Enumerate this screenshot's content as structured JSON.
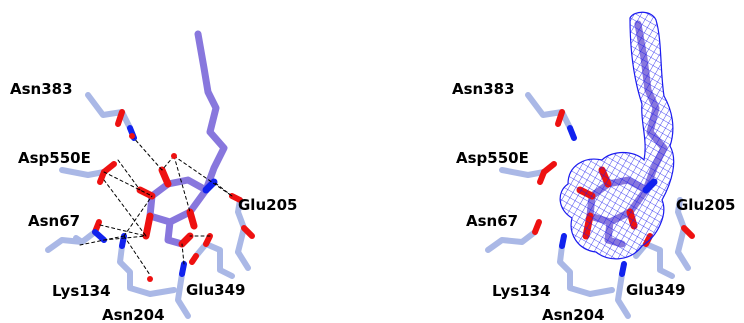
{
  "panels": [
    {
      "labels": {
        "asn383": "Asn383",
        "asp550e": "Asp550E",
        "asn67": "Asn67",
        "lys134": "Lys134",
        "asn204": "Asn204",
        "glu205": "Glu205",
        "glu349": "Glu349"
      }
    },
    {
      "labels": {
        "asn383": "Asn383",
        "asp550e": "Asp550E",
        "asn67": "Asn67",
        "lys134": "Lys134",
        "asn204": "Asn204",
        "glu205": "Glu205",
        "glu349": "Glu349"
      }
    }
  ],
  "colors": {
    "carbon_residue": "#aab8e6",
    "carbon_ligand": "#8877dd",
    "oxygen": "#ee1111",
    "nitrogen": "#1122ee",
    "density_mesh": "#1a1af0",
    "hbond": "#000000"
  }
}
